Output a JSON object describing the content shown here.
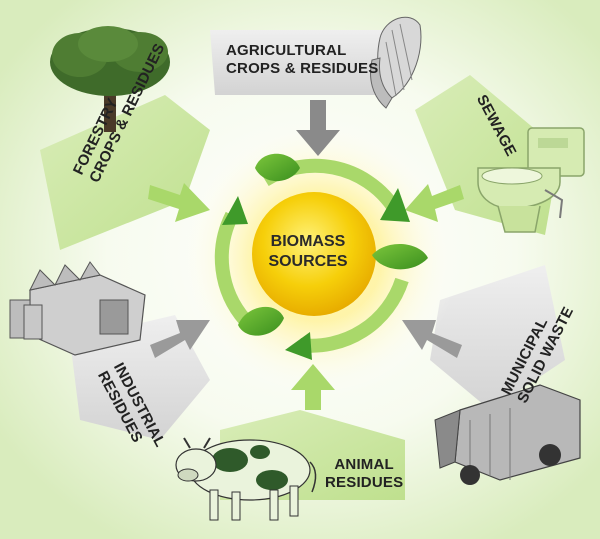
{
  "center": {
    "line1": "BIOMASS",
    "line2": "SOURCES"
  },
  "sources": {
    "agricultural": {
      "line1": "AGRICULTURAL",
      "line2": "CROPS & RESIDUES",
      "icon": "corn-icon"
    },
    "sewage": {
      "line1": "SEWAGE",
      "icon": "toilet-icon"
    },
    "municipal": {
      "line1": "MUNICIPAL",
      "line2": "SOLID WASTE",
      "icon": "garbage-truck-icon"
    },
    "animal": {
      "line1": "ANIMAL",
      "line2": "RESIDUES",
      "icon": "cow-icon"
    },
    "industrial": {
      "line1": "INDUSTRIAL",
      "line2": "RESIDUES",
      "icon": "factory-icon"
    },
    "forestry": {
      "line1": "FORESTRY",
      "line2": "CROPS & RESIDUES",
      "icon": "tree-icon"
    }
  },
  "colors": {
    "green_dark": "#3f9a2a",
    "green_light": "#a9d86a",
    "sun": "#f5c800",
    "gray_arrow": "#8a8a8a",
    "panel_gray": "#dcdcdc",
    "panel_green": "#cfe6a8"
  }
}
